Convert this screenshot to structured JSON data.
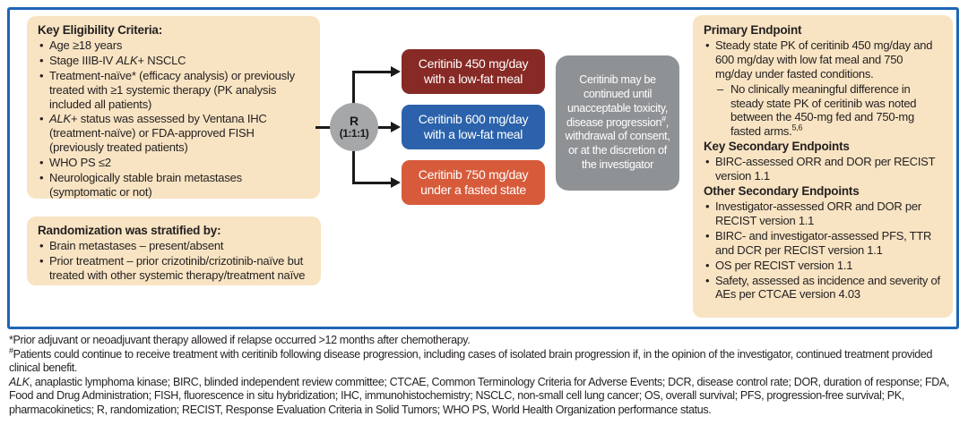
{
  "colors": {
    "frame_border": "#1F66B4",
    "panel_bg": "#F8E4C3",
    "arm_450_bg": "#872A25",
    "arm_600_bg": "#2B62AB",
    "arm_750_bg": "#D75B3B",
    "continuation_bg": "#8F9295",
    "randomizer_bg": "#A6A7A9",
    "text": "#231F20"
  },
  "eligibility": {
    "title": "Key Eligibility Criteria:",
    "items": [
      {
        "pre": "Age ≥18 years",
        "it": "",
        "post": ""
      },
      {
        "pre": "Stage IIIB-IV ",
        "it": "ALK",
        "post": "+ NSCLC"
      },
      {
        "pre": "Treatment-naïve* (efficacy analysis) or previously treated with ≥1 systemic therapy (PK analysis included all patients)",
        "it": "",
        "post": ""
      },
      {
        "pre": "",
        "it": "ALK",
        "post": "+ status was assessed by Ventana IHC (treatment-naïve) or FDA-approved FISH (previously treated patients)"
      },
      {
        "pre": "WHO PS ≤2",
        "it": "",
        "post": ""
      },
      {
        "pre": "Neurologically stable brain metastases (symptomatic or not)",
        "it": "",
        "post": ""
      }
    ]
  },
  "randomization": {
    "title": "Randomization was stratified by:",
    "items": [
      "Brain metastases – present/absent",
      "Prior treatment – prior crizotinib/crizotinib-naïve but treated with other systemic therapy/treatment naïve"
    ]
  },
  "randomizer": {
    "label": "R",
    "ratio": "(1:1:1)"
  },
  "arms": [
    {
      "line1": "Ceritinib 450 mg/day",
      "line2": "with a low-fat meal"
    },
    {
      "line1": "Ceritinib 600 mg/day",
      "line2": "with a low-fat meal"
    },
    {
      "line1": "Ceritinib 750 mg/day",
      "line2": "under a fasted state"
    }
  ],
  "continuation": {
    "pre": "Ceritinib may be continued until unacceptable toxicity, disease progression",
    "sup": "#",
    "post": ", withdrawal of consent, or at the discretion of the investigator"
  },
  "endpoints": {
    "primary": {
      "heading": "Primary Endpoint",
      "bullet": "Steady state PK of ceritinib 450 mg/day and 600 mg/day with low fat meal and 750 mg/day under fasted conditions.",
      "sub_pre": "No clinically meaningful difference in steady state PK of ceritinib was noted between the 450-mg fed and 750-mg fasted arms.",
      "sub_sup": "5,6"
    },
    "key_secondary": {
      "heading": "Key Secondary Endpoints",
      "bullets": [
        "BIRC-assessed ORR and DOR per RECIST version 1.1"
      ]
    },
    "other_secondary": {
      "heading": "Other Secondary Endpoints",
      "bullets": [
        "Investigator-assessed ORR and DOR per RECIST version 1.1",
        "BIRC- and investigator-assessed PFS, TTR and DCR per RECIST version 1.1",
        "OS per RECIST version 1.1",
        "Safety, assessed as incidence and severity of AEs per CTCAE version 4.03"
      ]
    }
  },
  "footnotes": {
    "asterisk": "*Prior adjuvant or neoadjuvant therapy allowed if relapse occurred >12 months after chemotherapy.",
    "hash_sup": "#",
    "hash_text": "Patients could continue to receive treatment with ceritinib following disease progression, including cases of isolated brain progression if, in the opinion of the investigator, continued treatment provided clinical benefit.",
    "abbrev_it": "ALK",
    "abbrev_text": ", anaplastic lymphoma kinase; BIRC, blinded independent review committee; CTCAE, Common Terminology Criteria for Adverse Events; DCR, disease control rate; DOR, duration of response; FDA, Food and Drug Administration; FISH, fluorescence in situ hybridization; IHC, immunohistochemistry; NSCLC, non-small cell lung cancer; OS, overall survival; PFS, progression-free survival; PK, pharmacokinetics; R, randomization; RECIST, Response Evaluation Criteria in Solid Tumors; WHO PS, World Health Organization performance status."
  }
}
